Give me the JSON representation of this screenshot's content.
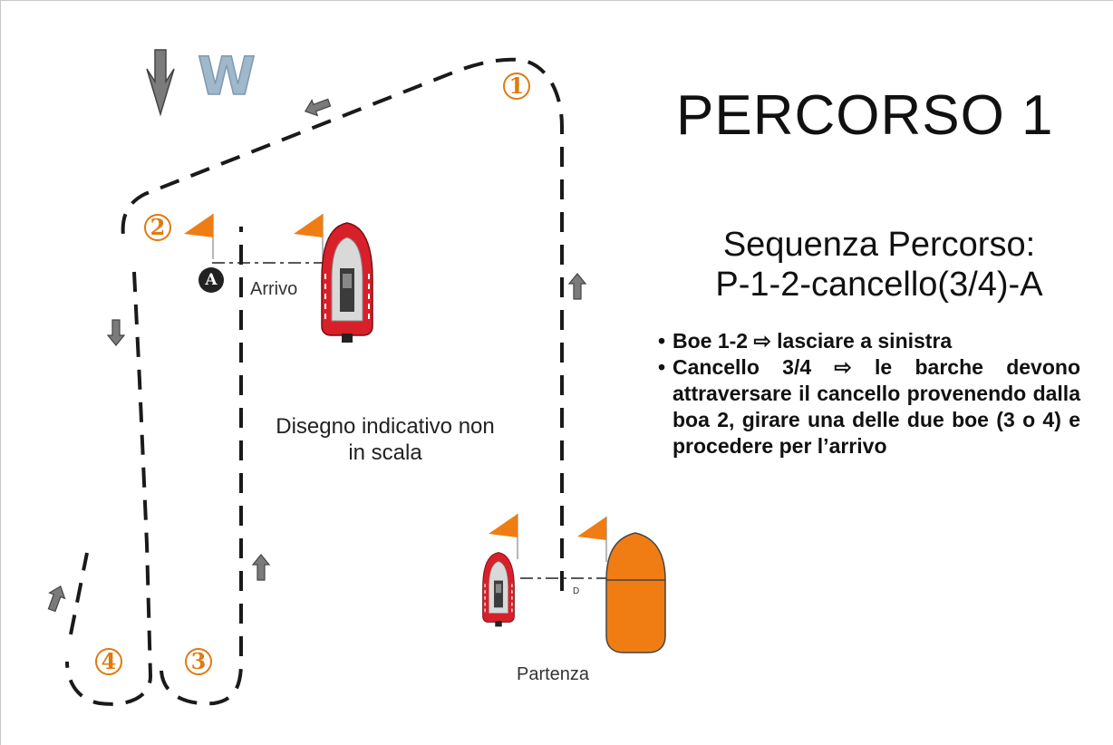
{
  "title": "PERCORSO 1",
  "sequence": {
    "heading": "Sequenza Percorso:",
    "value": "P-1-2-cancello(3/4)-A"
  },
  "rules": [
    {
      "bullet": "•",
      "text": "Boe 1-2  ⇨  lasciare a sinistra"
    },
    {
      "bullet": "•",
      "text": "Cancello 3/4 ⇨ le barche devono attraversare il cancello provenendo dalla boa 2, girare una delle due boe (3 o 4) e procedere per l’arrivo"
    }
  ],
  "note": "Disegno indicativo non in scala",
  "wind_label": "W",
  "buoys": [
    "1",
    "2",
    "3",
    "4"
  ],
  "finish_mark": "A",
  "labels": {
    "finish": "Arrivo",
    "start": "Partenza",
    "start_mark": "D"
  },
  "colors": {
    "flag": "#ef7d13",
    "buoy_number": "#e07a10",
    "arrow": "#7b7b7b",
    "dinghy": "#d8202a",
    "committee_boat": "#ef7d13",
    "wind_letter": "#9fb8cc"
  }
}
